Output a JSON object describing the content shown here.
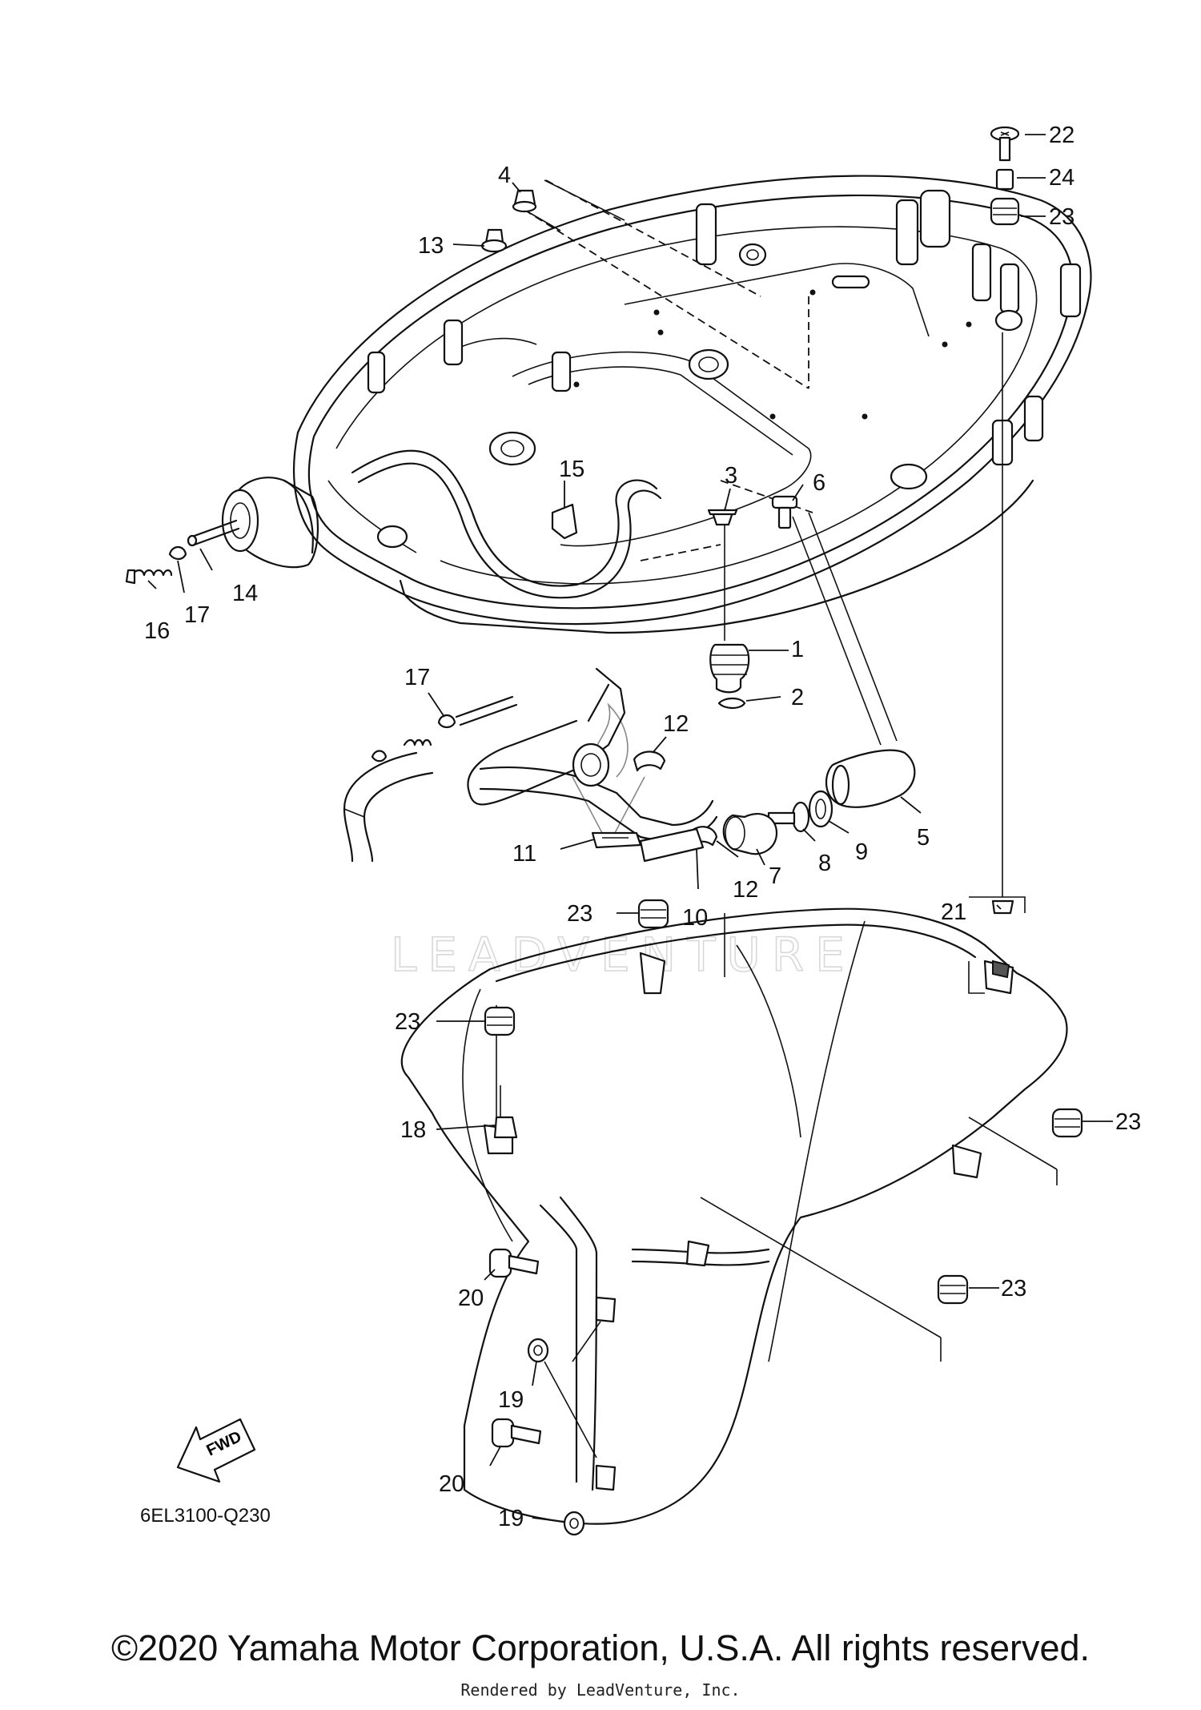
{
  "callouts": {
    "c1": "1",
    "c2": "2",
    "c3": "3",
    "c4": "4",
    "c5": "5",
    "c6": "6",
    "c7": "7",
    "c8": "8",
    "c9": "9",
    "c10": "10",
    "c11": "11",
    "c12a": "12",
    "c12b": "12",
    "c13": "13",
    "c14": "14",
    "c15": "15",
    "c16": "16",
    "c17a": "17",
    "c17b": "17",
    "c18": "18",
    "c19a": "19",
    "c19b": "19",
    "c20a": "20",
    "c20b": "20",
    "c21": "21",
    "c22": "22",
    "c23a": "23",
    "c23b": "23",
    "c23c": "23",
    "c23d": "23",
    "c23e": "23",
    "c24": "24"
  },
  "fwd_label": "FWD",
  "drawing_code": "6EL3100-Q230",
  "watermark": "LEADVENTURE",
  "copyright": "©2020 Yamaha Motor Corporation, U.S.A. All rights reserved.",
  "rendered_by": "Rendered by LeadVenture, Inc."
}
